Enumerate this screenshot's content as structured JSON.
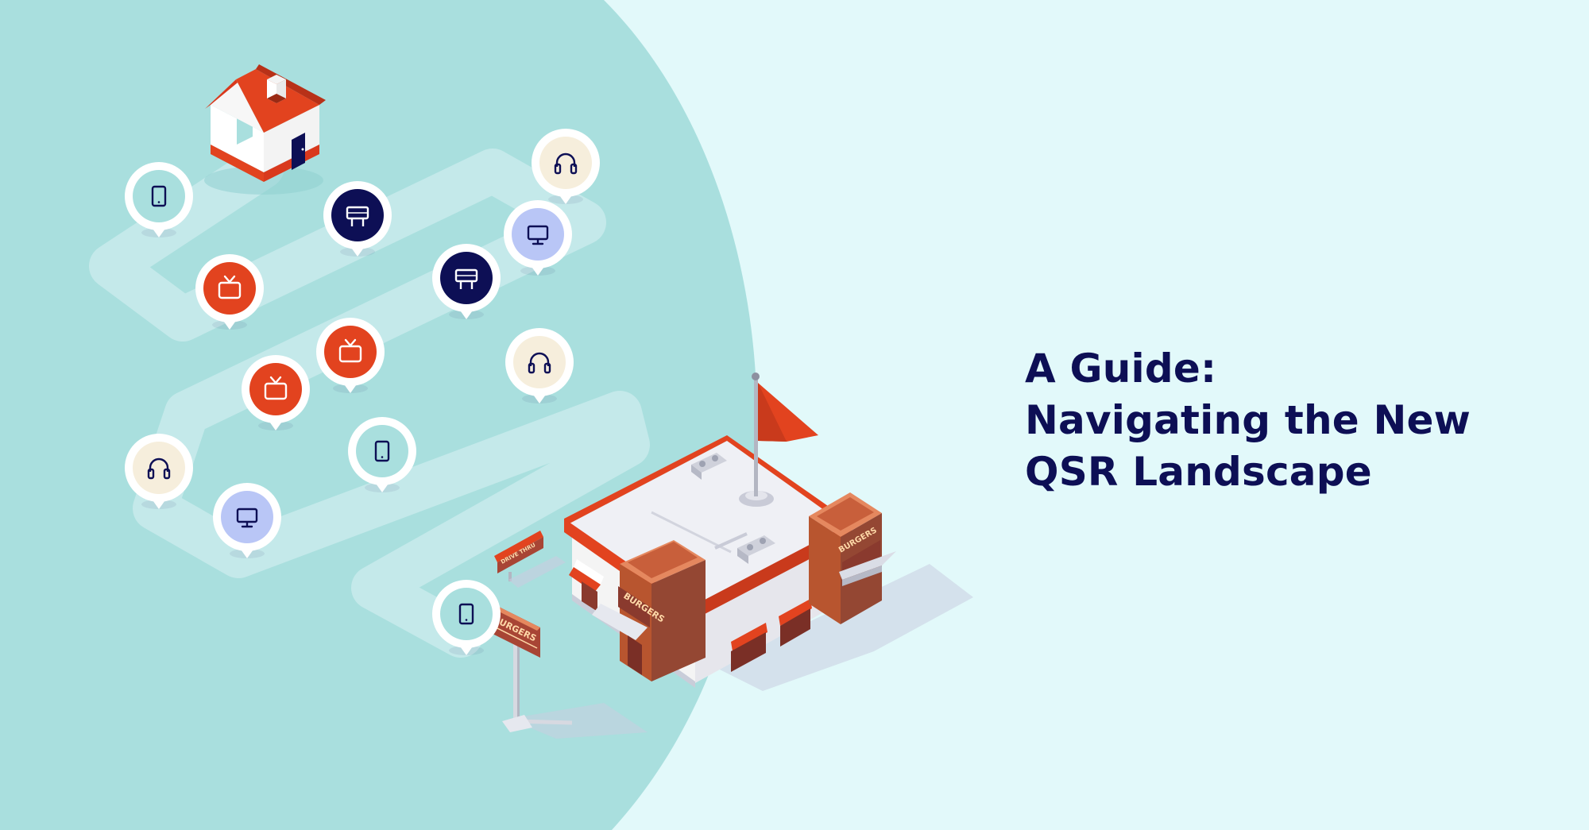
{
  "headline": {
    "lines": [
      "A Guide:",
      "Navigating the New",
      "QSR Landscape"
    ]
  },
  "colors": {
    "page_background": "#E2F9FA",
    "blob": "#A9DFDE",
    "path": "#C4E9EA",
    "headline_text": "#0D0F55",
    "brand_red": "#E2431F",
    "navy": "#0D0F55",
    "cream": "#F6EEDC",
    "lavender": "#B9C6F6",
    "mint": "#A9DFDE"
  },
  "scene": {
    "house_icon": "house-icon",
    "restaurant_icon": "restaurant-icon",
    "flag_icon": "flag-icon",
    "road_sign_icon": "burgers-road-sign-icon",
    "building_signs": [
      "BURGERS",
      "BURGERS",
      "DRIVE THRU"
    ],
    "pins": [
      {
        "icon": "tablet-icon",
        "color": "#A9DFDE",
        "glyph": "#0D0F55"
      },
      {
        "icon": "billboard-icon",
        "color": "#0D0F55",
        "glyph": "#FFFFFF"
      },
      {
        "icon": "headphones-icon",
        "color": "#F6EEDC",
        "glyph": "#0D0F55"
      },
      {
        "icon": "monitor-icon",
        "color": "#B9C6F6",
        "glyph": "#0D0F55"
      },
      {
        "icon": "tv-icon",
        "color": "#E2431F",
        "glyph": "#FFFFFF"
      },
      {
        "icon": "billboard-icon",
        "color": "#0D0F55",
        "glyph": "#FFFFFF"
      },
      {
        "icon": "tv-icon",
        "color": "#E2431F",
        "glyph": "#FFFFFF"
      },
      {
        "icon": "tv-icon",
        "color": "#E2431F",
        "glyph": "#FFFFFF"
      },
      {
        "icon": "headphones-icon",
        "color": "#F6EEDC",
        "glyph": "#0D0F55"
      },
      {
        "icon": "headphones-icon",
        "color": "#F6EEDC",
        "glyph": "#0D0F55"
      },
      {
        "icon": "tablet-icon",
        "color": "#A9DFDE",
        "glyph": "#0D0F55"
      },
      {
        "icon": "monitor-icon",
        "color": "#B9C6F6",
        "glyph": "#0D0F55"
      },
      {
        "icon": "tablet-icon",
        "color": "#A9DFDE",
        "glyph": "#0D0F55"
      }
    ]
  }
}
